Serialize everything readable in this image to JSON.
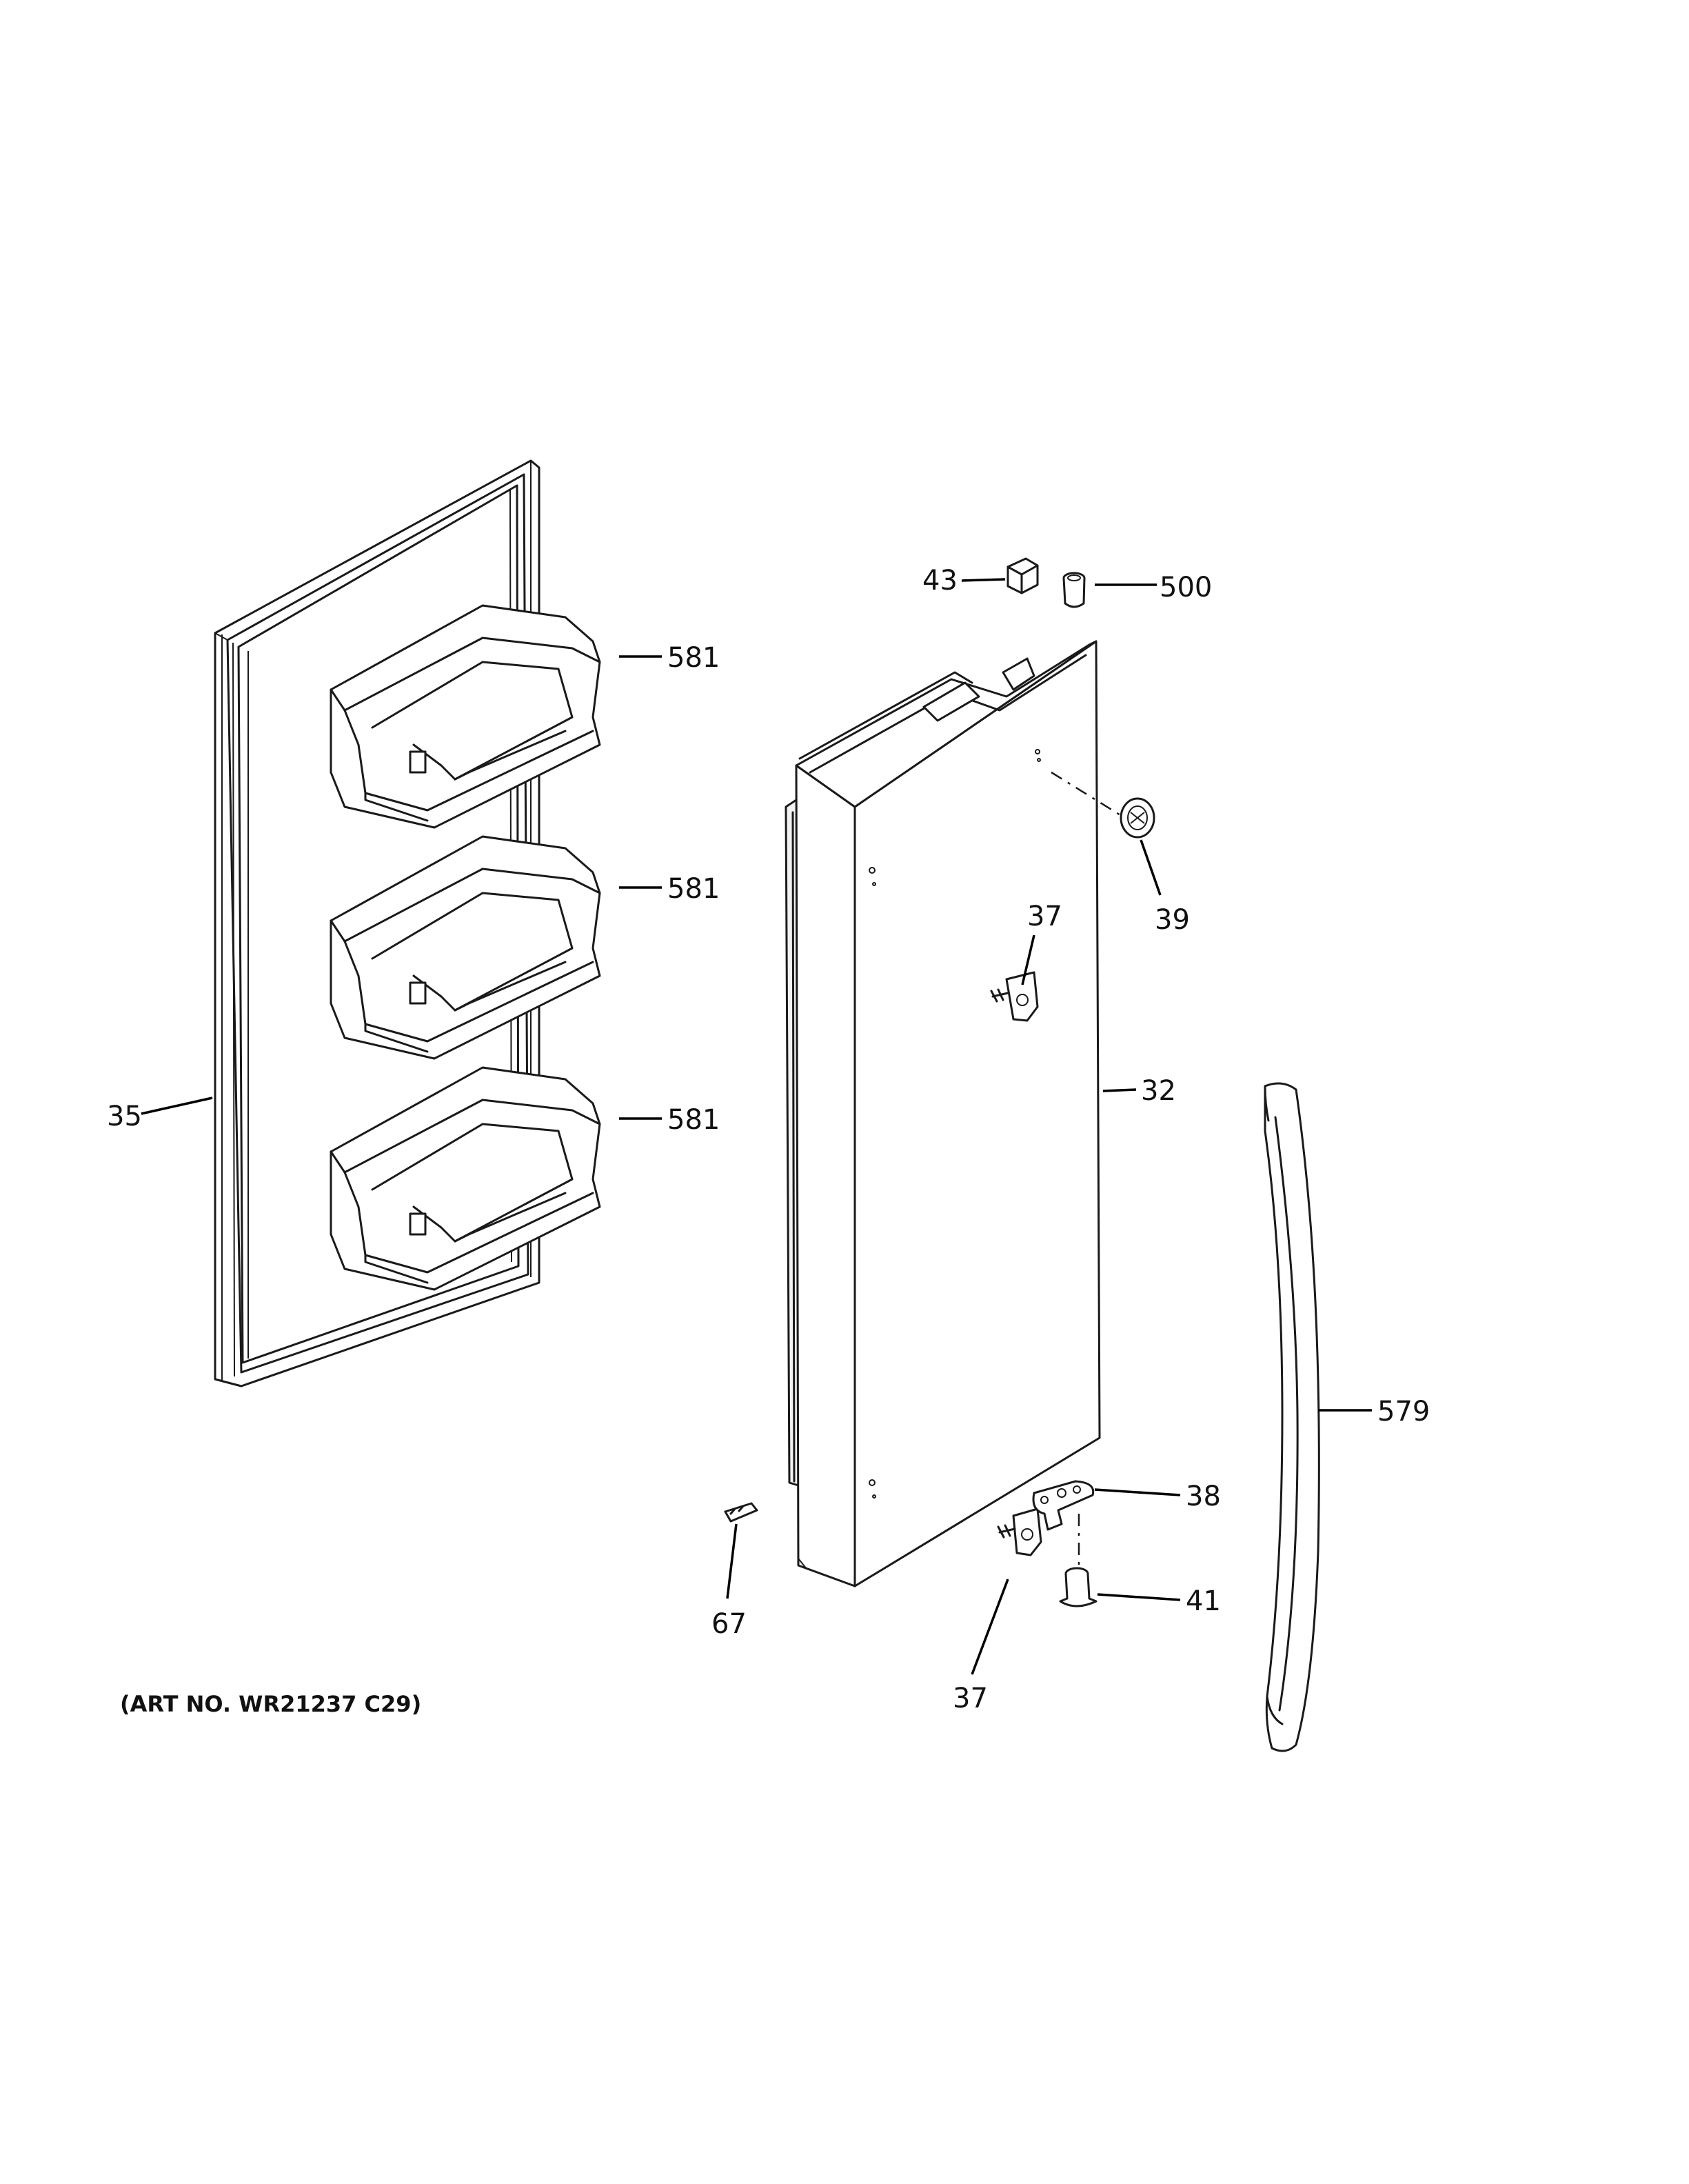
{
  "callouts": {
    "c581a": "581",
    "c581b": "581",
    "c581c": "581",
    "c35": "35",
    "c43": "43",
    "c500": "500",
    "c39": "39",
    "c37a": "37",
    "c32": "32",
    "c579": "579",
    "c38": "38",
    "c41": "41",
    "c67": "67",
    "c37b": "37"
  },
  "art_number": "(ART NO. WR21237 C29)"
}
